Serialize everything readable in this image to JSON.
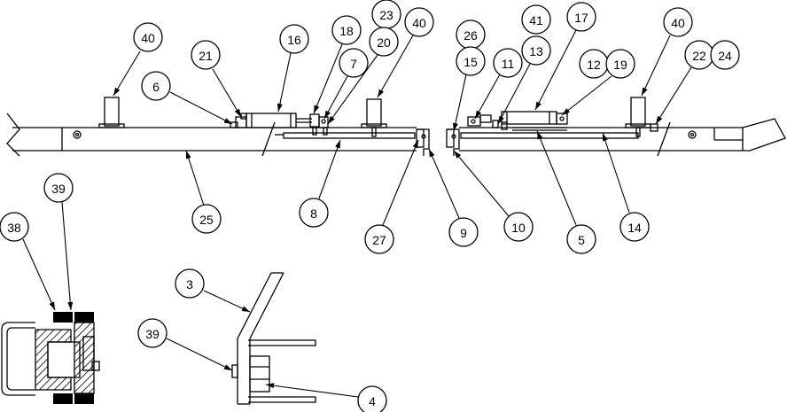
{
  "callouts": [
    {
      "id": "40a",
      "label": "40"
    },
    {
      "id": "21",
      "label": "21"
    },
    {
      "id": "6",
      "label": "6"
    },
    {
      "id": "16",
      "label": "16"
    },
    {
      "id": "18",
      "label": "18"
    },
    {
      "id": "23",
      "label": "23"
    },
    {
      "id": "7",
      "label": "7"
    },
    {
      "id": "20",
      "label": "20"
    },
    {
      "id": "40b",
      "label": "40"
    },
    {
      "id": "26",
      "label": "26"
    },
    {
      "id": "15",
      "label": "15"
    },
    {
      "id": "41",
      "label": "41"
    },
    {
      "id": "11",
      "label": "11"
    },
    {
      "id": "13",
      "label": "13"
    },
    {
      "id": "17",
      "label": "17"
    },
    {
      "id": "12",
      "label": "12"
    },
    {
      "id": "19",
      "label": "19"
    },
    {
      "id": "40c",
      "label": "40"
    },
    {
      "id": "22",
      "label": "22"
    },
    {
      "id": "24",
      "label": "24"
    },
    {
      "id": "25",
      "label": "25"
    },
    {
      "id": "8",
      "label": "8"
    },
    {
      "id": "27",
      "label": "27"
    },
    {
      "id": "9",
      "label": "9"
    },
    {
      "id": "10",
      "label": "10"
    },
    {
      "id": "5",
      "label": "5"
    },
    {
      "id": "14",
      "label": "14"
    },
    {
      "id": "38",
      "label": "38"
    },
    {
      "id": "39a",
      "label": "39"
    },
    {
      "id": "3",
      "label": "3"
    },
    {
      "id": "39b",
      "label": "39"
    },
    {
      "id": "4",
      "label": "4"
    }
  ]
}
